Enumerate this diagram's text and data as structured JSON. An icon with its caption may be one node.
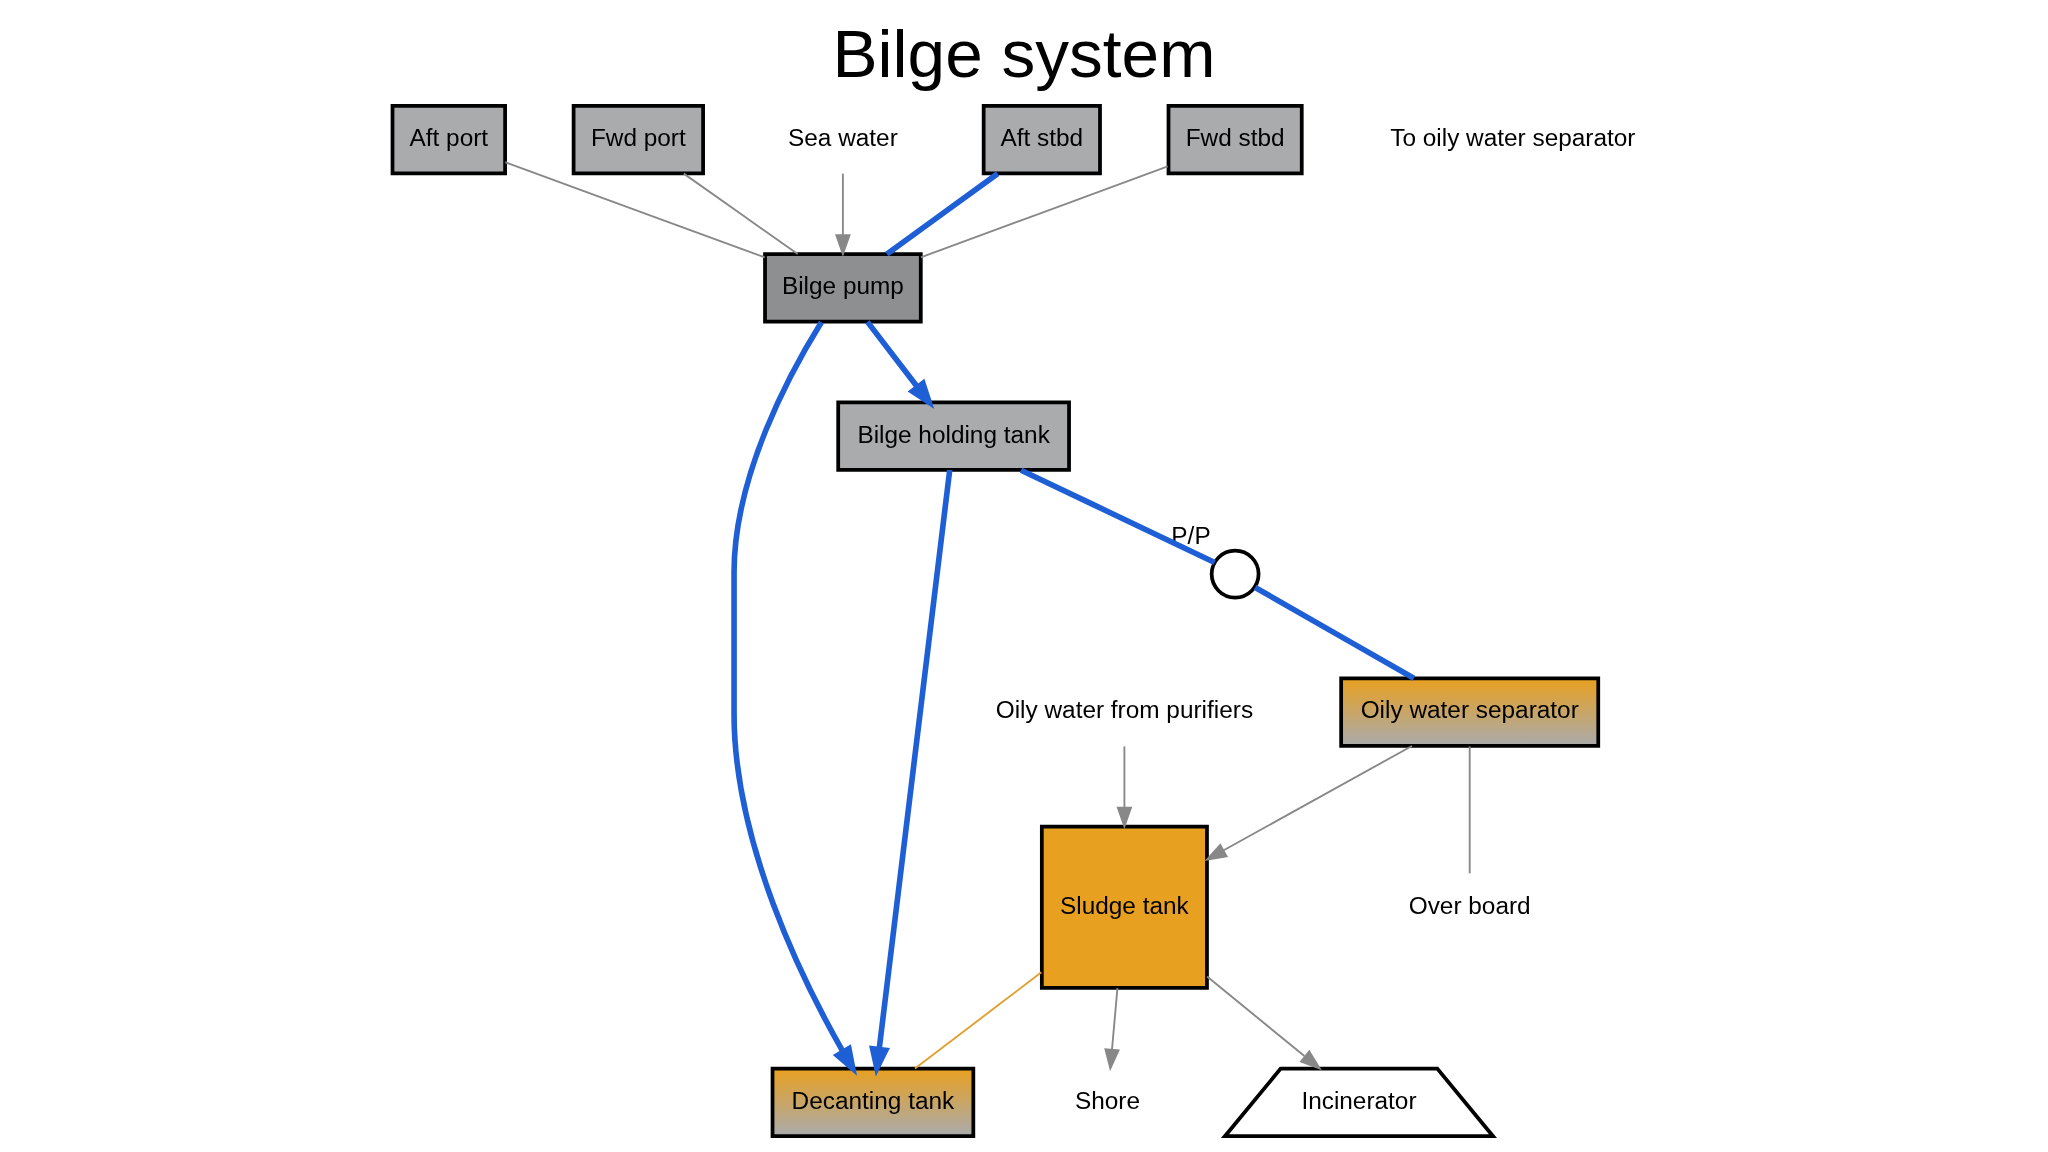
{
  "diagram": {
    "title": "Bilge system",
    "nodes": [
      {
        "text": [
          "Aft port"
        ]
      },
      {
        "text": [
          "Fwd port"
        ]
      },
      {
        "text": [
          "Over board"
        ]
      },
      {
        "text": [
          "Oily water from purifiers"
        ]
      },
      {
        "text": [
          "Incinerator"
        ]
      },
      {
        "text": [
          "Sludge tank"
        ]
      },
      {
        "text": [
          "Oily water separator"
        ]
      },
      {
        "text": [
          "Shore"
        ]
      },
      {
        "text": [],
        "shape": "circle",
        "beside": [
          "P/P"
        ]
      },
      {
        "text": [
          "Decanting tank"
        ]
      },
      {
        "text": [
          "Bilge pump"
        ]
      },
      {
        "text": [
          "Sea water"
        ]
      },
      {
        "text": [
          "Bilge holding tank"
        ]
      },
      {
        "text": [
          "Aft stbd"
        ]
      },
      {
        "text": [
          "Fwd stbd"
        ]
      }
    ],
    "edges": [
      {
        "from": 3,
        "to": 5,
        "arrow": "to"
      },
      {
        "from": 5,
        "to": 4,
        "arrow": "to"
      },
      {
        "from": 5,
        "to": 7,
        "arrow": "to"
      },
      {
        "from": 5,
        "to": 9,
        "arrow": "none",
        "color": "#e0a030"
      },
      {
        "from": 6,
        "to": 5,
        "arrow": "to"
      },
      {
        "from": 6,
        "to": 2,
        "arrow": "none"
      },
      {
        "from": 0,
        "to": 10,
        "arrow": "none"
      },
      {
        "from": 1,
        "to": 10,
        "arrow": "none"
      },
      {
        "from": 11,
        "to": 10,
        "arrow": "to"
      },
      {
        "from": 13,
        "to": 10,
        "arrow": "none",
        "style": "thick",
        "color": "#1f5fd6"
      },
      {
        "from": 14,
        "to": 10,
        "arrow": "none"
      },
      {
        "from": 10,
        "to": 9,
        "arrow": "to",
        "style": "thick",
        "color": "#1f5fd6"
      },
      {
        "from": 10,
        "to": 12,
        "arrow": "to",
        "style": "thick",
        "color": "#1f5fd6"
      },
      {
        "from": 12,
        "to": 9,
        "arrow": "to",
        "style": "thick",
        "color": "#1f5fd6"
      },
      {
        "from": 12,
        "to": 8,
        "arrow": "none",
        "style": "thick",
        "color": "#1f5fd6"
      },
      {
        "from": 8,
        "to": 6,
        "arrow": "none",
        "style": "thick",
        "color": "#1f5fd6"
      }
    ],
    "labels": [
      "To oily water separator"
    ]
  }
}
